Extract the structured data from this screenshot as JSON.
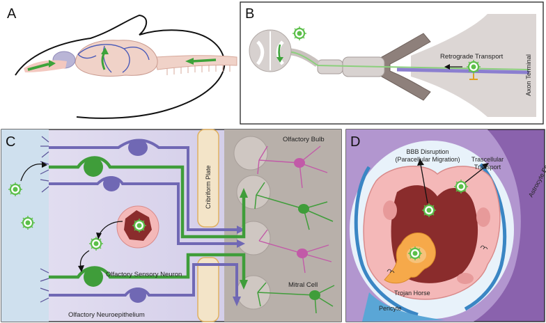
{
  "panels": {
    "a": {
      "letter": "A"
    },
    "b": {
      "letter": "B",
      "retrograde": "Retrograde Transport",
      "axon_terminal": "Axon Terminal"
    },
    "c": {
      "letter": "C",
      "cribriform": "Cribriform Plate",
      "olfactory_bulb": "Olfactory Bulb",
      "sensory_neuron": "Olfactory Sensory Neuron",
      "neuroepithelium": "Olfactory Neuroepithelium",
      "mitral_cell": "Mitral Cell"
    },
    "d": {
      "letter": "D",
      "bbb_line1": "BBB Disruption",
      "bbb_line2": "(Paracellular Migration)",
      "trans_line1": "Trascellular",
      "trans_line2": "Transport",
      "astrocyte": "Astrocyte Endfeet",
      "trojan": "Trojan Horse",
      "pericyte": "Pericyte"
    }
  },
  "colors": {
    "virus": "#5cbf4a",
    "green_neuron": "#3f9d3a",
    "purple_neuron": "#7068b4",
    "vessel": "#8a2c2c",
    "endothelium": "#f4b8b8",
    "astrocyte": "#8a62ad",
    "pericyte": "#5aa6d6"
  }
}
